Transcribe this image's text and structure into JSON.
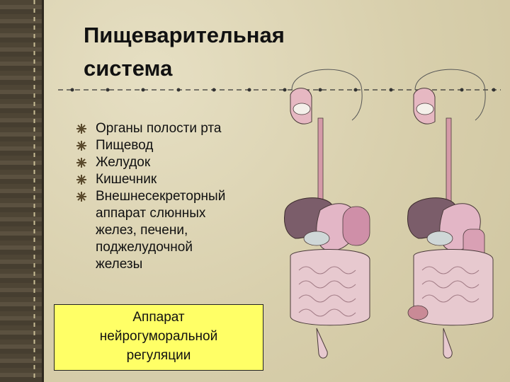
{
  "slide": {
    "title_lines": [
      "Пищеварительная",
      "система"
    ],
    "bullets": [
      "Органы полости рта",
      "Пищевод",
      "Желудок",
      "Кишечник",
      "Внешнесекреторный"
    ],
    "bullet_continuation": [
      "аппарат слюнных",
      "желез, печени,",
      "поджелудочной",
      "железы"
    ],
    "regulation_box_lines": [
      "Аппарат",
      "нейрогуморальной",
      "регуляции"
    ]
  },
  "colors": {
    "background": "#dcd4b3",
    "border": "#4e4535",
    "highlight_box": "#ffff66",
    "liver": "#7b5d6a",
    "intestine": "#e7c9cf"
  },
  "icons": [
    "bullet-cross-icon",
    "digestive-system-illustration"
  ]
}
